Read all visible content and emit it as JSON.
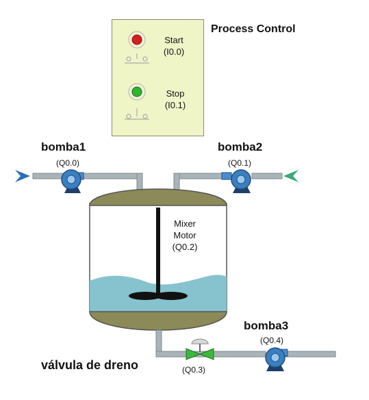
{
  "title": "Process Control",
  "buttons": {
    "start": {
      "label": "Start",
      "address": "(I0.0)",
      "lamp_color": "#d42020"
    },
    "stop": {
      "label": "Stop",
      "address": "(I0.1)",
      "lamp_color": "#2fb52f"
    }
  },
  "pumps": {
    "pump1": {
      "name": "bomba1",
      "address": "(Q0.0)"
    },
    "pump2": {
      "name": "bomba2",
      "address": "(Q0.1)"
    },
    "pump3": {
      "name": "bomba3",
      "address": "(Q0.4)"
    }
  },
  "mixer": {
    "line1": "Mixer",
    "line2": "Motor",
    "address": "(Q0.2)"
  },
  "valve": {
    "name": "válvula de dreno",
    "address": "(Q0.3)"
  },
  "colors": {
    "panel": "#f0f5c8",
    "pump": "#3a7fc0",
    "pipe": "#a9b4b8",
    "tank_cap": "#8c8a58",
    "liquid": "#86c3cf",
    "valve": "#3cb83c",
    "inlet_arrow_left": "#2a6fb8",
    "inlet_arrow_right": "#3aaa7a"
  }
}
